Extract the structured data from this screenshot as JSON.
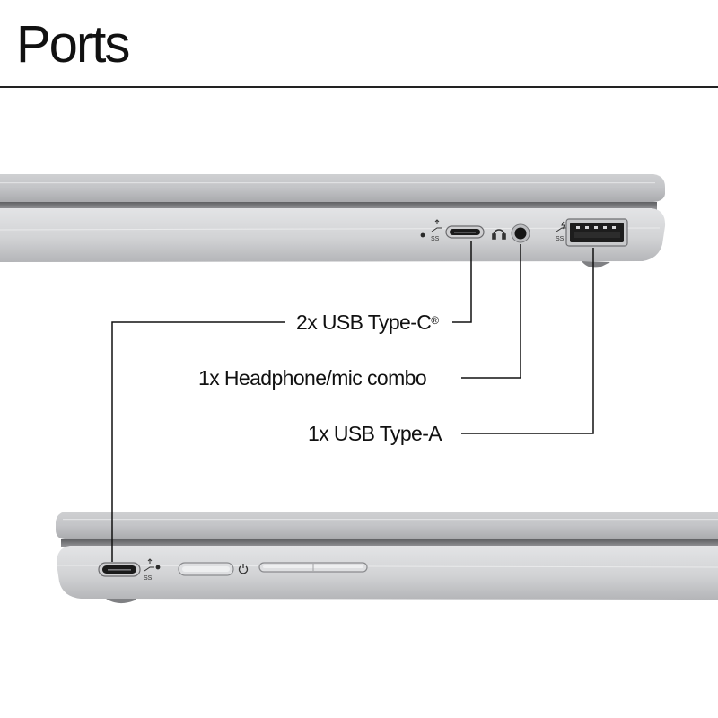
{
  "page": {
    "title": "Ports"
  },
  "callouts": {
    "usb_c": {
      "text": "2x USB Type-C",
      "mark": "®"
    },
    "headphone": {
      "text": "1x Headphone/mic combo"
    },
    "usb_a": {
      "text": "1x USB Type-A"
    }
  },
  "icons": {
    "superspeed": "ss-usb-icon",
    "charging": "usb-power-delivery-icon",
    "headset": "headset-icon",
    "power": "power-icon"
  },
  "colors": {
    "chassis_light": "#d6d7d9",
    "chassis_mid": "#b9babd",
    "chassis_dark": "#8d8e91",
    "port": "#1a1a1a",
    "line": "#111111"
  }
}
